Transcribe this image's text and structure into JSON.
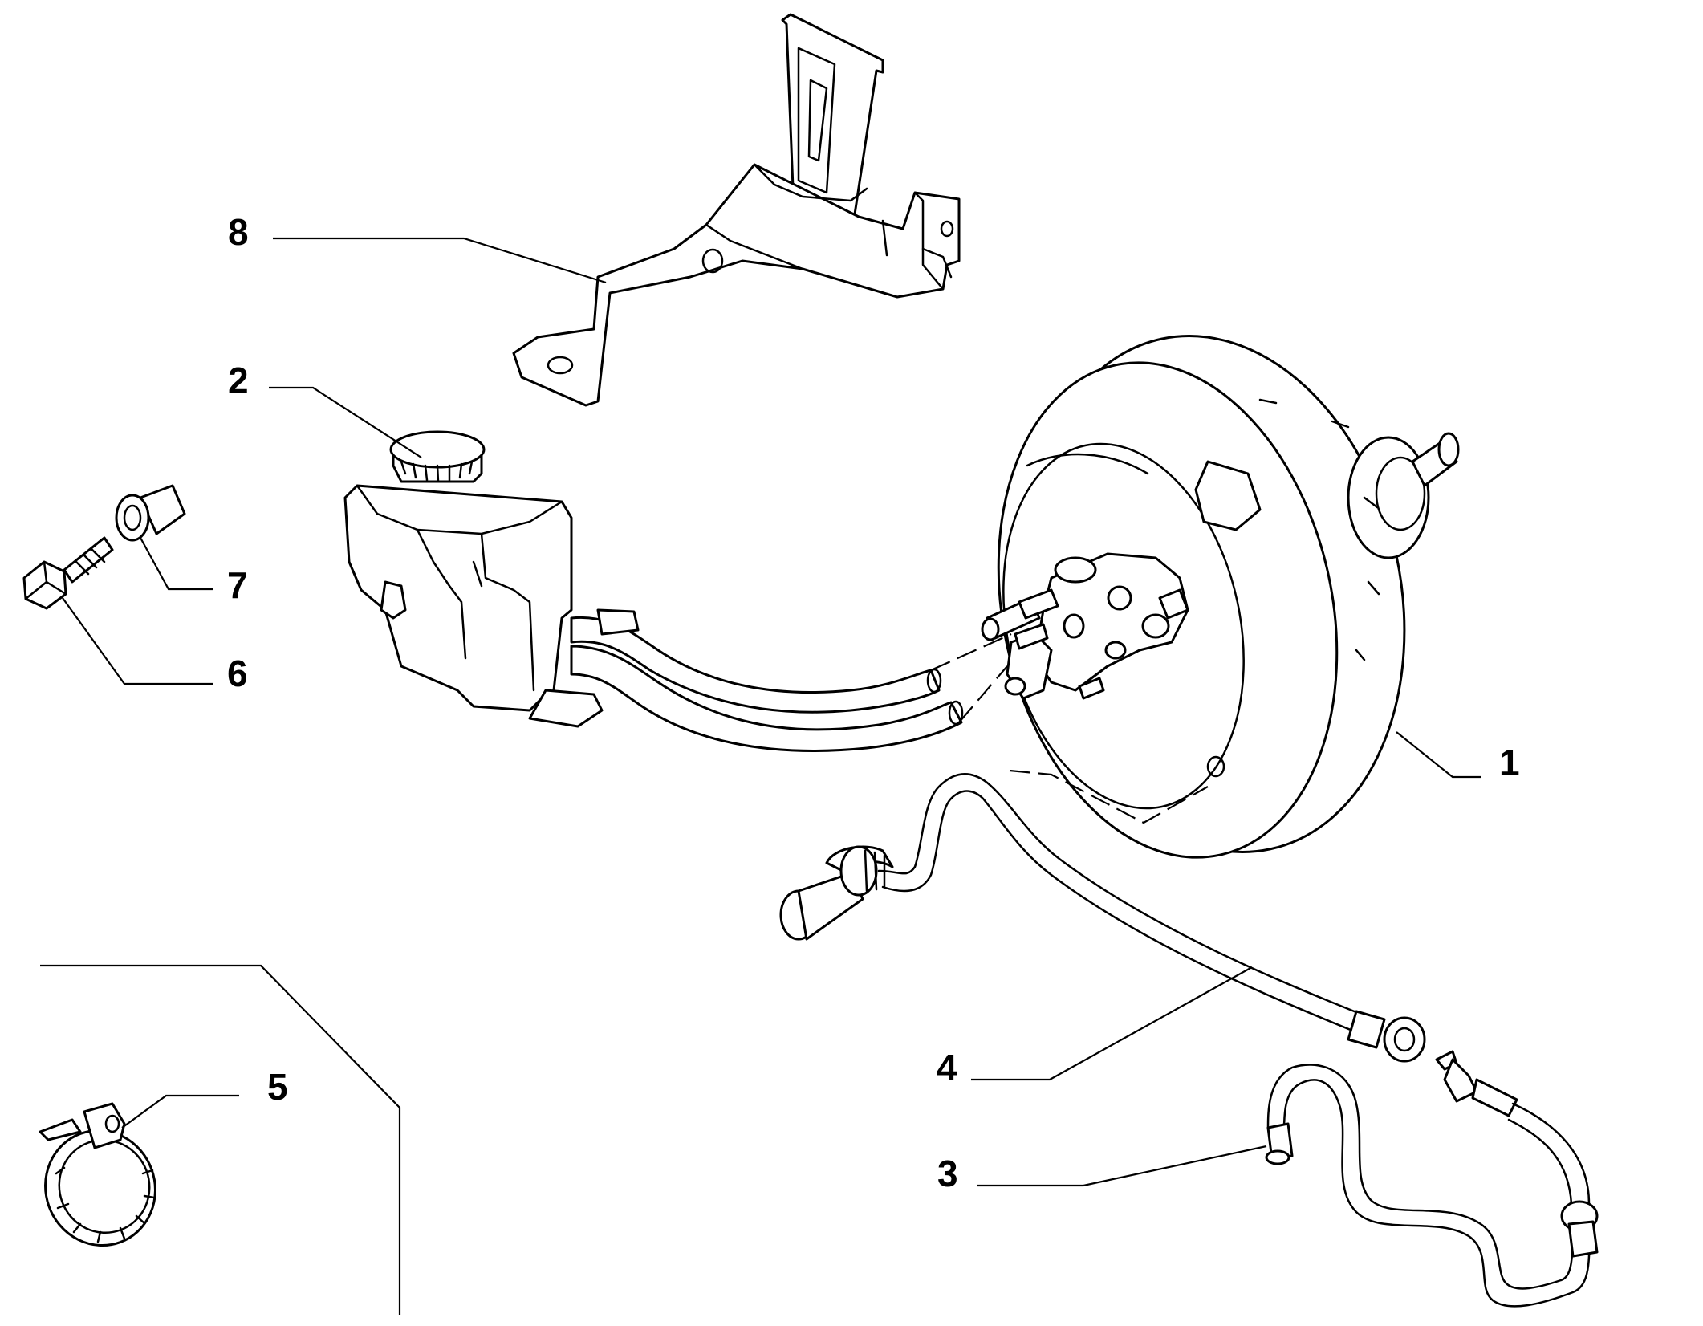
{
  "callouts": [
    {
      "id": "1",
      "label": "1",
      "part": "brake-booster"
    },
    {
      "id": "2",
      "label": "2",
      "part": "fluid-reservoir"
    },
    {
      "id": "3",
      "label": "3",
      "part": "vacuum-hose-lower"
    },
    {
      "id": "4",
      "label": "4",
      "part": "vacuum-pipe"
    },
    {
      "id": "5",
      "label": "5",
      "part": "hose-clamp"
    },
    {
      "id": "6",
      "label": "6",
      "part": "bolt"
    },
    {
      "id": "7",
      "label": "7",
      "part": "bushing"
    },
    {
      "id": "8",
      "label": "8",
      "part": "mounting-bracket"
    }
  ],
  "colors": {
    "line": "#000000",
    "background": "#ffffff"
  }
}
